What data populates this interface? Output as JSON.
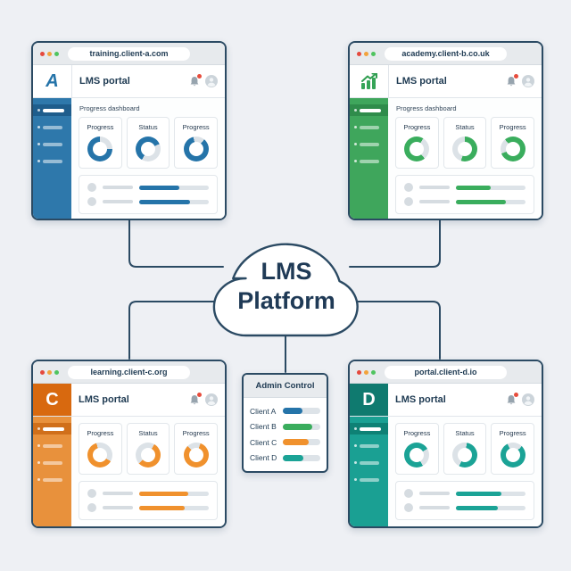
{
  "canvas": {
    "background": "#eef0f4",
    "outline_color": "#2b4a63",
    "chrome_dot_colors": [
      "#e5493d",
      "#f2a33c",
      "#4fc45f"
    ]
  },
  "cloud": {
    "title_line1": "LMS",
    "title_line2": "Platform"
  },
  "admin_panel": {
    "title": "Admin Control",
    "rows": [
      {
        "label": "Client A",
        "bar": {
          "percent": 52,
          "color": "#2574a9"
        }
      },
      {
        "label": "Client B",
        "bar": {
          "percent": 78,
          "color": "#3aad5d"
        }
      },
      {
        "label": "Client C",
        "bar": {
          "percent": 70,
          "color": "#f0912d"
        }
      },
      {
        "label": "Client D",
        "bar": {
          "percent": 54,
          "color": "#1ba396"
        }
      }
    ]
  },
  "windows": [
    {
      "id": "client-a",
      "url": "training.client-a.com",
      "title": "LMS portal",
      "dashboard_label": "Progress dashboard",
      "accent": "#2574a9",
      "logo": {
        "type": "letter",
        "letter": "A"
      },
      "cards": [
        {
          "label": "Progress",
          "donut": {
            "percent": 75,
            "from": "90deg",
            "color": "#2574a9"
          }
        },
        {
          "label": "Status",
          "donut": {
            "percent": 60,
            "from": "210deg",
            "color": "#2574a9"
          }
        },
        {
          "label": "Progress",
          "donut": {
            "percent": 85,
            "from": "40deg",
            "color": "#2574a9"
          }
        }
      ],
      "list": [
        {
          "bar": {
            "percent": 58,
            "color": "#2574a9"
          }
        },
        {
          "bar": {
            "percent": 73,
            "color": "#2574a9"
          }
        }
      ]
    },
    {
      "id": "client-b",
      "url": "academy.client-b.co.uk",
      "title": "LMS portal",
      "dashboard_label": "Progress dashboard",
      "accent": "#3aad5d",
      "logo": {
        "type": "chart",
        "color": "#35a457"
      },
      "cards": [
        {
          "label": "Progress",
          "donut": {
            "percent": 70,
            "from": "140deg",
            "color": "#3aad5d"
          }
        },
        {
          "label": "Status",
          "donut": {
            "percent": 55,
            "from": "0deg",
            "color": "#3aad5d"
          }
        },
        {
          "label": "Progress",
          "donut": {
            "percent": 80,
            "from": "320deg",
            "color": "#3aad5d"
          }
        }
      ],
      "list": [
        {
          "bar": {
            "percent": 50,
            "color": "#3aad5d"
          }
        },
        {
          "bar": {
            "percent": 72,
            "color": "#3aad5d"
          }
        }
      ]
    },
    {
      "id": "client-c",
      "url": "learning.client-c.org",
      "title": "LMS portal",
      "accent": "#f0912d",
      "logo": {
        "type": "letter",
        "letter": "C"
      },
      "cards": [
        {
          "label": "Progress",
          "donut": {
            "percent": 62,
            "from": "120deg",
            "color": "#f0912d"
          }
        },
        {
          "label": "Status",
          "donut": {
            "percent": 55,
            "from": "30deg",
            "color": "#f0912d"
          }
        },
        {
          "label": "Progress",
          "donut": {
            "percent": 82,
            "from": "20deg",
            "color": "#f0912d"
          }
        }
      ],
      "list": [
        {
          "bar": {
            "percent": 70,
            "color": "#f0912d"
          }
        },
        {
          "bar": {
            "percent": 66,
            "color": "#f0912d"
          }
        }
      ]
    },
    {
      "id": "client-d",
      "url": "portal.client-d.io",
      "title": "LMS portal",
      "accent": "#1ba396",
      "logo": {
        "type": "letter",
        "letter": "D"
      },
      "cards": [
        {
          "label": "Progress",
          "donut": {
            "percent": 75,
            "from": "150deg",
            "color": "#1ba396"
          }
        },
        {
          "label": "Status",
          "donut": {
            "percent": 55,
            "from": "10deg",
            "color": "#1ba396"
          }
        },
        {
          "label": "Progress",
          "donut": {
            "percent": 80,
            "from": "45deg",
            "color": "#1ba396"
          }
        }
      ],
      "list": [
        {
          "bar": {
            "percent": 66,
            "color": "#1ba396"
          }
        },
        {
          "bar": {
            "percent": 60,
            "color": "#1ba396"
          }
        }
      ]
    }
  ]
}
